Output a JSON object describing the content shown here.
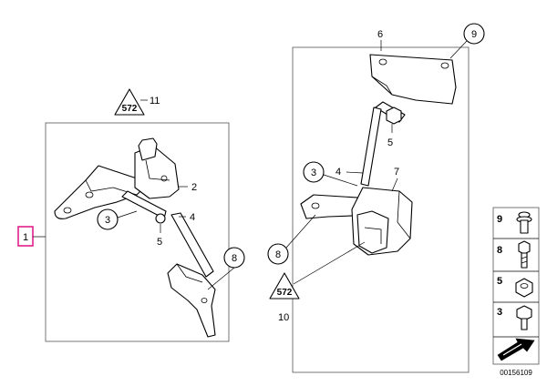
{
  "callouts": {
    "c1": "1",
    "c2": "2",
    "c3a": "3",
    "c4a": "4",
    "c5a": "5",
    "c6": "6",
    "c9a": "9",
    "c5b": "5",
    "c3b": "3",
    "c4b": "4",
    "c7": "7",
    "c8a": "8",
    "c8b": "8",
    "c10": "10",
    "c11": "11"
  },
  "legend": {
    "items": [
      "9",
      "8",
      "5",
      "3"
    ]
  },
  "warning_symbol_text": "572",
  "diagram_id": "00156109",
  "colors": {
    "highlight": "#e0218a",
    "frame": "#555555"
  }
}
